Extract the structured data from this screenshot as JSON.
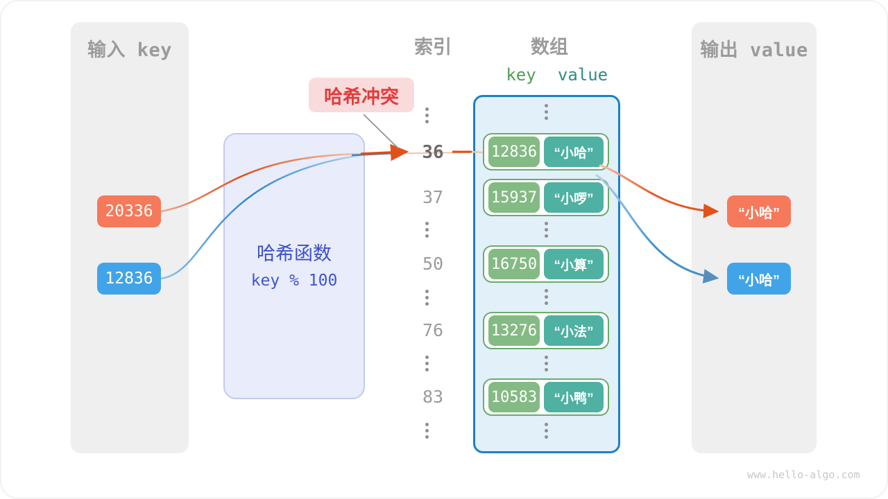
{
  "canvas": {
    "watermark": "www.hello-algo.com"
  },
  "colors": {
    "orange": "#f5795a",
    "blue": "#41a4e8",
    "key_green": "#84ba84",
    "value_teal": "#4eb1a2",
    "row_border_green": "#69ac6b",
    "array_border_blue": "#1c80c8",
    "array_bg": "#e2f0fa",
    "hash_indigo": "#3b50c9",
    "collision_red": "#e23c3c",
    "collision_bg": "#fadbdb",
    "panel_bg": "#efeff0",
    "gray_text": "#9b9b9b"
  },
  "input_panel": {
    "title": "输入 key",
    "keys": [
      {
        "label": "20336"
      },
      {
        "label": "12836"
      }
    ]
  },
  "hash_box": {
    "title": "哈希函数",
    "formula": "key % 100"
  },
  "collision": {
    "label": "哈希冲突"
  },
  "index_column": {
    "title": "索引",
    "values": [
      "36",
      "37",
      "50",
      "76",
      "83"
    ],
    "highlighted": "36"
  },
  "array_panel": {
    "title": "数组",
    "key_header": "key",
    "value_header": "value",
    "rows": [
      {
        "key": "12836",
        "value": "“小哈”"
      },
      {
        "key": "15937",
        "value": "“小啰”"
      },
      {
        "key": "16750",
        "value": "“小算”"
      },
      {
        "key": "13276",
        "value": "“小法”"
      },
      {
        "key": "10583",
        "value": "“小鸭”"
      }
    ]
  },
  "output_panel": {
    "title": "输出 value",
    "values": [
      {
        "label": "“小哈”"
      },
      {
        "label": "“小哈”"
      }
    ]
  }
}
